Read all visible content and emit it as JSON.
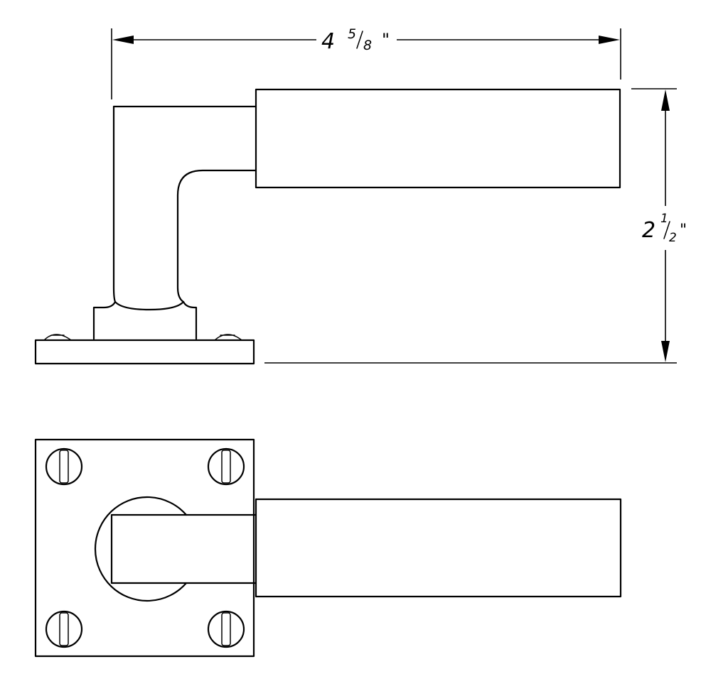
{
  "dimensions": {
    "width": {
      "whole": "4",
      "numerator": "5",
      "denominator": "8",
      "inch": "\""
    },
    "height": {
      "whole": "2",
      "numerator": "1",
      "denominator": "2",
      "inch": "\""
    }
  },
  "line_color": "#000000",
  "background_color": "#ffffff"
}
